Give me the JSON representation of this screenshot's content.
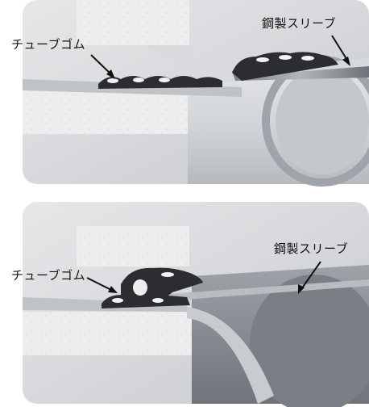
{
  "top_panel": {
    "tube_rubber_label": "チューブゴム",
    "steel_sleeve_label": "鋼製スリーブ"
  },
  "bottom_panel": {
    "tube_rubber_label": "チューブゴム",
    "steel_sleeve_label": "鋼製スリーブ"
  },
  "colors": {
    "background": "#d6d8dc",
    "concrete_wall": "#ececec",
    "pipe_body": "#c9cdd2",
    "sleeve": "#8f949b",
    "rubber": "#2b2d30",
    "arrow": "#111111"
  }
}
